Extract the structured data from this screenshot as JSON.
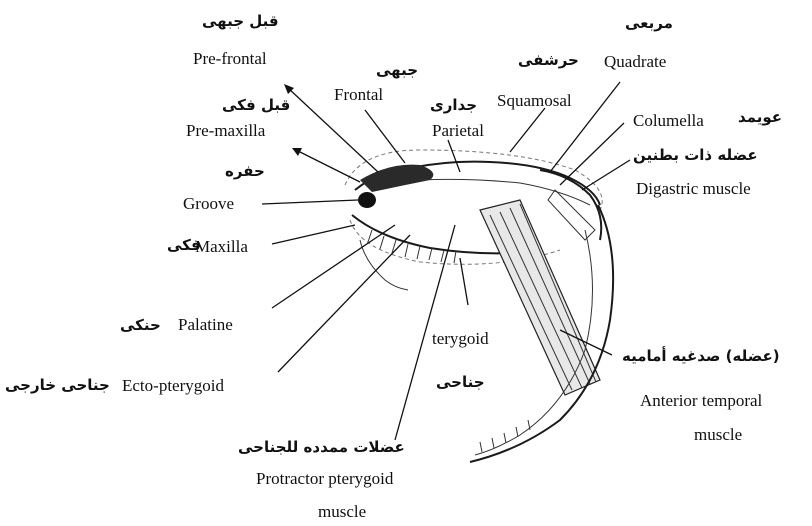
{
  "labels": {
    "pre_frontal": "Pre-frontal",
    "pre_frontal_ar": "قبل جبهى",
    "frontal": "Frontal",
    "frontal_ar": "جبهى",
    "pre_maxilla": "Pre-maxilla",
    "pre_maxilla_ar": "قبل فكى",
    "groove": "Groove",
    "groove_ar": "حفره",
    "maxilla": "Maxilla",
    "maxilla_ar": "فكى",
    "palatine": "Palatine",
    "palatine_ar": "حنكى",
    "ecto_pterygoid": "Ecto-pterygoid",
    "ecto_pterygoid_ar": "جناحى خارجى",
    "protractor_ar": "عضلات ممدده للجناحى",
    "protractor_line1": "Protractor pterygoid",
    "protractor_line2": "muscle",
    "pterygoid": "terygoid",
    "pterygoid_ar": "جناحى",
    "parietal": "Parietal",
    "parietal_ar": "جدارى",
    "squamosal": "Squamosal",
    "squamosal_ar": "حرشفى",
    "quadrate": "Quadrate",
    "quadrate_ar": "مربعى",
    "columella": "Columella",
    "columella_ar": "عويمد",
    "digastric_ar": "عضله ذات بطنين",
    "digastric": "Digastric muscle",
    "anterior_temporal_ar": "(عضله) صدغيه أماميه",
    "anterior_temporal_line1": "Anterior temporal",
    "anterior_temporal_line2": "muscle"
  }
}
